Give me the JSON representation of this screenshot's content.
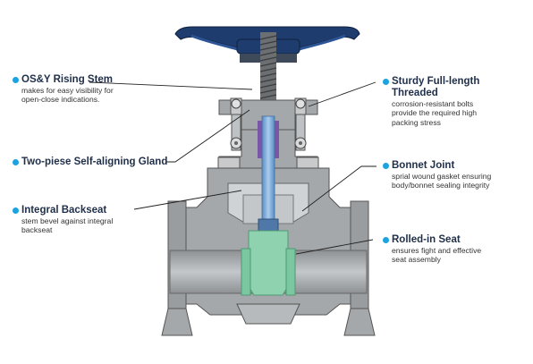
{
  "colors": {
    "bullet": "#1aa3e0",
    "handwheel": "#1f3c6e",
    "body": "#a5a8ab",
    "cavity": "#d0d3d5",
    "stem": "#7aa9d8",
    "packing": "#7b56a8",
    "seat": "#7ac7a0",
    "leader": "#222222"
  },
  "callouts": [
    {
      "id": "osy-stem",
      "icon": "bullet-dot",
      "title": "OS&Y Rising Stem",
      "description": [
        "makes for easy visibility for",
        "open-close indications."
      ]
    },
    {
      "id": "gland",
      "icon": "bullet-dot",
      "title": "Two-piese Self-aligning Gland",
      "description": []
    },
    {
      "id": "backseat",
      "icon": "bullet-dot",
      "title": "Integral Backseat",
      "description": [
        "stem bevel against integral",
        "backseat"
      ]
    },
    {
      "id": "threaded",
      "icon": "bullet-dot",
      "title": "Sturdy Full-length",
      "title2": "Threaded",
      "description": [
        "corrosion-resistant bolts",
        "provide the required high",
        "packing stress"
      ]
    },
    {
      "id": "bonnet-joint",
      "icon": "bullet-dot",
      "title": "Bonnet Joint",
      "description": [
        "sprial wound gasket ensuring",
        "body/bonnet sealing integrity"
      ]
    },
    {
      "id": "rolled-seat",
      "icon": "bullet-dot",
      "title": "Rolled-in Seat",
      "description": [
        "ensures fight and effective",
        "seat assembly"
      ]
    }
  ]
}
